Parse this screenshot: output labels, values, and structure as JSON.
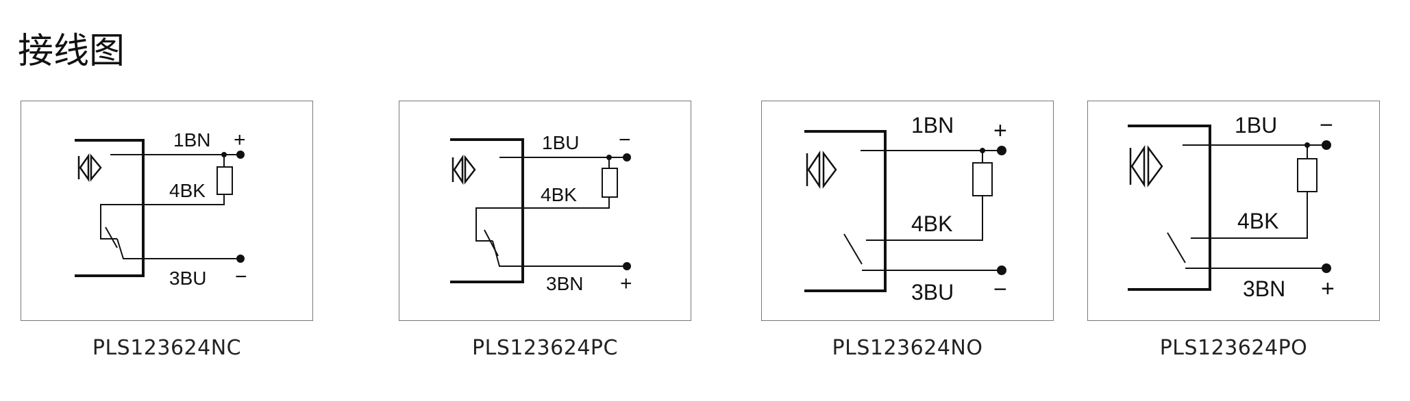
{
  "title": "接线图",
  "diagrams": [
    {
      "model": "PLS123624NC",
      "top_wire": "1BN",
      "top_sign": "+",
      "mid_wire": "4BK",
      "bottom_wire": "3BU",
      "bottom_sign": "−"
    },
    {
      "model": "PLS123624PC",
      "top_wire": "1BU",
      "top_sign": "−",
      "mid_wire": "4BK",
      "bottom_wire": "3BN",
      "bottom_sign": "+"
    },
    {
      "model": "PLS123624NO",
      "top_wire": "1BN",
      "top_sign": "+",
      "mid_wire": "4BK",
      "bottom_wire": "3BU",
      "bottom_sign": "−"
    },
    {
      "model": "PLS123624PO",
      "top_wire": "1BU",
      "top_sign": "−",
      "mid_wire": "4BK",
      "bottom_wire": "3BN",
      "bottom_sign": "+"
    }
  ]
}
